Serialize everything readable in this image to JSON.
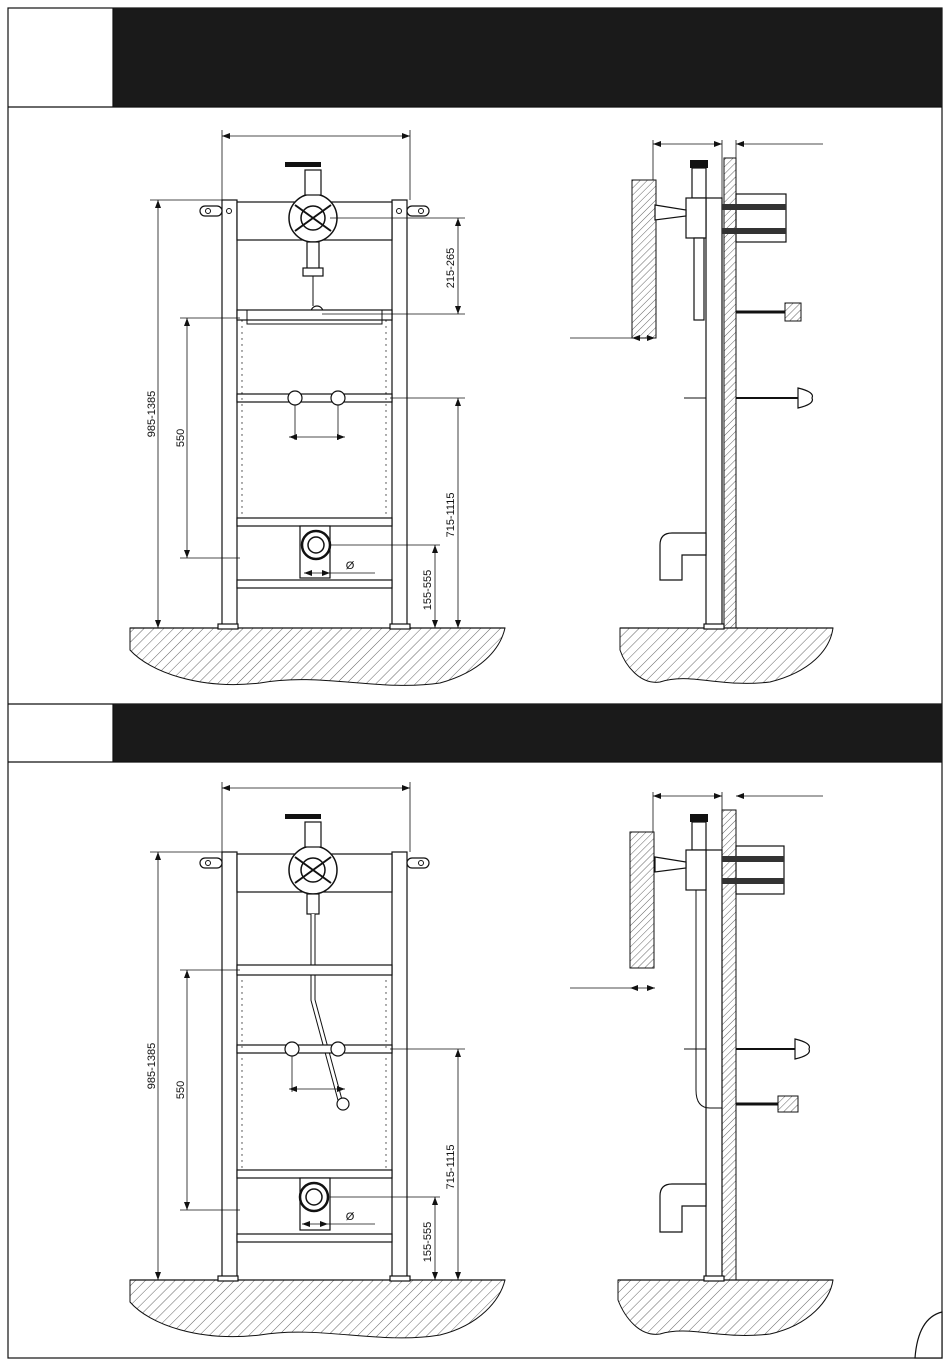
{
  "sheet": {
    "section_1": {
      "dims": {
        "total_height": "985-1385",
        "cross_spacing": "550",
        "valve_offset": "215-265",
        "outlet_height": "715-1115",
        "bottom_height": "155-555",
        "diameter_symbol": "Ø"
      }
    },
    "section_2": {
      "dims": {
        "total_height": "985-1385",
        "cross_spacing": "550",
        "outlet_height": "715-1115",
        "bottom_height": "155-555",
        "diameter_symbol": "Ø"
      }
    }
  }
}
